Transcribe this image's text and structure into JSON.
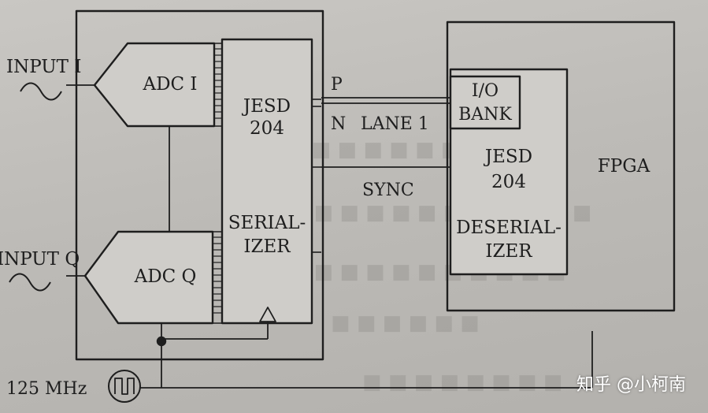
{
  "diagram": {
    "adc_i": "ADC I",
    "adc_q": "ADC Q",
    "input_i": "INPUT I",
    "input_q": "INPUT Q",
    "serializer_l1": "JESD",
    "serializer_l2": "204",
    "serializer_l3": "SERIAL-",
    "serializer_l4": "IZER",
    "pin_p": "P",
    "pin_n": "N",
    "lane": "LANE 1",
    "sync": "SYNC",
    "io_l1": "I/O",
    "io_l2": "BANK",
    "deser_l1": "JESD",
    "deser_l2": "204",
    "deser_l3": "DESERIAL-",
    "deser_l4": "IZER",
    "fpga": "FPGA",
    "clock": "125 MHz"
  },
  "watermark": "知乎 @小柯南",
  "colors": {
    "ink": "#1e1e1e",
    "paper": "#c4c2be",
    "box_fill": "#cfcdc9"
  }
}
